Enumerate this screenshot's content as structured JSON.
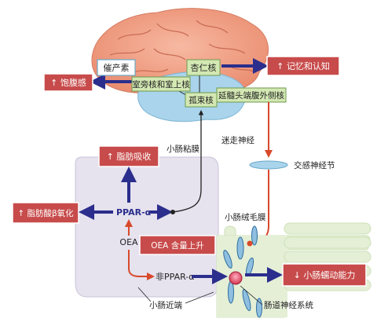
{
  "labels": {
    "oxytocin": "催产素",
    "satiety": "↑ 饱腹感",
    "amygdala": "杏仁核",
    "memory_cognition": "↑ 记忆和认知",
    "pvn_supraoptic": "室旁核和室上核",
    "nts": "孤束核",
    "medulla_lateral": "延髓头端腹外侧核",
    "vagus": "迷走神经",
    "intestinal_mucosa": "小肠粘膜",
    "sympathetic_ganglion": "交感神经节",
    "fat_absorption": "↑ 脂肪吸收",
    "fatty_acid_beta_oxidation": "↑ 脂肪酸β氧化",
    "ppar_alpha": "PPAR-α",
    "oea": "OEA",
    "non_ppar_alpha": "非PPAR-α",
    "oea_content_up": "OEA 含量上升",
    "villus_membrane": "小肠绒毛膜",
    "intestinal_motility": "↓ 小肠蠕动能力",
    "proximal_intestine": "小肠近端",
    "enteric_nervous_system": "肠道神经系统"
  },
  "colors": {
    "red_box": "#c84b4b",
    "green_box": "#d3e8b3",
    "green_border": "#6f9a4c",
    "arrow_blue": "#2b2e8c",
    "arrow_red": "#d8492b",
    "brain": "#f3a48a",
    "brainstem": "#a9d4ec",
    "lavender": "#e6e2ee",
    "villus_green": "#e4efd6"
  }
}
